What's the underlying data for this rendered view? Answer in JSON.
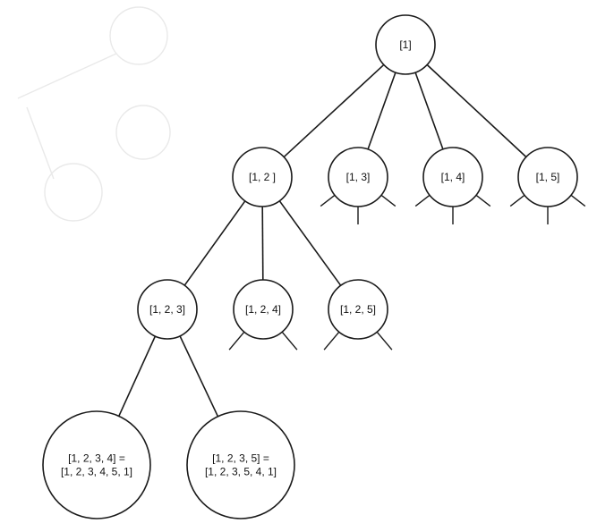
{
  "diagram": {
    "nodes": [
      {
        "id": "n1",
        "label": [
          "[1]"
        ]
      },
      {
        "id": "n12",
        "label": [
          "[1, 2 ]"
        ]
      },
      {
        "id": "n13",
        "label": [
          "[1, 3]"
        ]
      },
      {
        "id": "n14",
        "label": [
          "[1, 4]"
        ]
      },
      {
        "id": "n15",
        "label": [
          "[1, 5]"
        ]
      },
      {
        "id": "n123",
        "label": [
          "[1, 2, 3]"
        ]
      },
      {
        "id": "n124",
        "label": [
          "[1, 2, 4]"
        ]
      },
      {
        "id": "n125",
        "label": [
          "[1, 2, 5]"
        ]
      },
      {
        "id": "n1234",
        "label": [
          "[1, 2, 3, 4] =",
          "[1, 2, 3, 4, 5, 1]"
        ]
      },
      {
        "id": "n1235",
        "label": [
          "[1, 2, 3, 5] =",
          "[1, 2, 3, 5, 4, 1]"
        ]
      }
    ],
    "edges": [
      [
        "n1",
        "n12"
      ],
      [
        "n1",
        "n13"
      ],
      [
        "n1",
        "n14"
      ],
      [
        "n1",
        "n15"
      ],
      [
        "n12",
        "n123"
      ],
      [
        "n12",
        "n124"
      ],
      [
        "n12",
        "n125"
      ],
      [
        "n123",
        "n1234"
      ],
      [
        "n123",
        "n1235"
      ]
    ],
    "unexpanded": {
      "n13": 3,
      "n14": 3,
      "n15": 3,
      "n124": 2,
      "n125": 2
    }
  }
}
